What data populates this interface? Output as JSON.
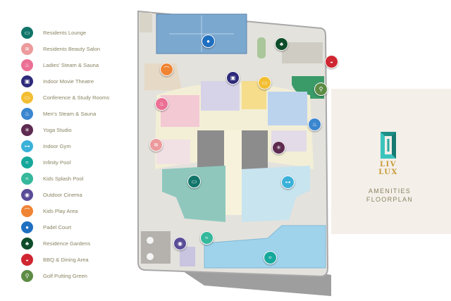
{
  "legend": [
    {
      "label": "Residents Lounge",
      "color": "#11756a",
      "icon": "sofa-icon"
    },
    {
      "label": "Residents Beauty Salon",
      "color": "#ec9a9c",
      "icon": "hair-icon"
    },
    {
      "label": "Ladies' Steam & Sauna",
      "color": "#ec6f94",
      "icon": "sauna-icon"
    },
    {
      "label": "Indoor Movie Theatre",
      "color": "#2e2a7a",
      "icon": "screen-icon"
    },
    {
      "label": "Conference & Study Rooms",
      "color": "#f2be32",
      "icon": "board-icon"
    },
    {
      "label": "Men's Steam & Sauna",
      "color": "#3a86cf",
      "icon": "sauna-icon"
    },
    {
      "label": "Yoga Studio",
      "color": "#5e2b50",
      "icon": "yoga-icon"
    },
    {
      "label": "Indoor Gym",
      "color": "#3ab1d9",
      "icon": "dumbbell-icon"
    },
    {
      "label": "Infinity Pool",
      "color": "#17a89c",
      "icon": "pool-icon"
    },
    {
      "label": "Kids Splash Pool",
      "color": "#35b89b",
      "icon": "splash-icon"
    },
    {
      "label": "Outdoor Cinema",
      "color": "#5b4c97",
      "icon": "projector-icon"
    },
    {
      "label": "Kids Play Area",
      "color": "#ef8434",
      "icon": "slide-icon"
    },
    {
      "label": "Padel Court",
      "color": "#1f6fc0",
      "icon": "racket-icon"
    },
    {
      "label": "Residence Gardens",
      "color": "#0f4d2a",
      "icon": "bench-icon"
    },
    {
      "label": "BBQ & Dining Area",
      "color": "#cf2631",
      "icon": "grill-icon"
    },
    {
      "label": "Golf Putting Green",
      "color": "#5d8c45",
      "icon": "golf-icon"
    }
  ],
  "brand": {
    "line1": "LIV",
    "line2": "LUX",
    "title1": "AMENITIES",
    "title2": "FLOORPLAN"
  }
}
